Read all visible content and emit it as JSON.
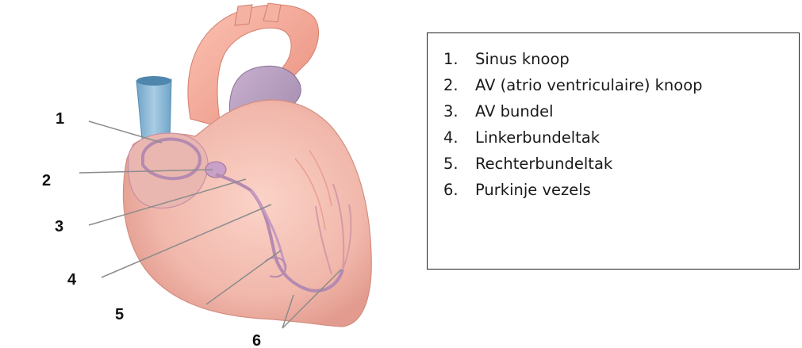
{
  "diagram_labels": [
    "1",
    "2",
    "3",
    "4",
    "5",
    "6"
  ],
  "legend": {
    "items": [
      {
        "number": "1.",
        "text": "Sinus knoop"
      },
      {
        "number": "2.",
        "text": "AV (atrio ventriculaire) knoop"
      },
      {
        "number": "3.",
        "text": "AV bundel"
      },
      {
        "number": "4.",
        "text": "Linkerbundeltak"
      },
      {
        "number": "5.",
        "text": "Rechterbundeltak"
      },
      {
        "number": "6.",
        "text": "Purkinje vezels"
      }
    ]
  },
  "colors": {
    "heart": "#f1b7ab",
    "heart_shadow": "#e39a8d",
    "aorta": "#f5a898",
    "vena_cava": "#8ab8d6",
    "conduction": "#b58ab0",
    "leader_line": "#8c8c8c"
  }
}
